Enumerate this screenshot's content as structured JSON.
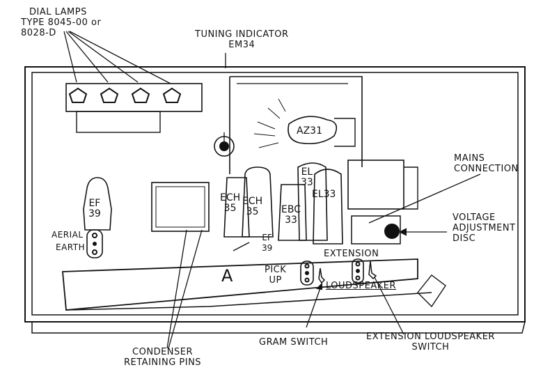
{
  "title": "Radio chassis component layout",
  "callouts": {
    "dial_lamps": [
      "DIAL LAMPS",
      "TYPE 8045-00 or",
      "8028-D"
    ],
    "tuning_indicator": [
      "TUNING INDICATOR",
      "EM34"
    ],
    "mains_connection": [
      "MAINS",
      "CONNECTION"
    ],
    "voltage_adjustment": [
      "VOLTAGE",
      "ADJUSTMENT",
      "DISC"
    ],
    "condenser_pins": [
      "CONDENSER",
      "RETAINING PINS"
    ],
    "gram_switch": "GRAM SWITCH",
    "ext_ls_switch": [
      "EXTENSION LOUDSPEAKER",
      "SWITCH"
    ]
  },
  "chassis_labels": {
    "aerial": "AERIAL",
    "earth": "EARTH",
    "pick_up": [
      "PICK",
      "UP"
    ],
    "extension": "EXTENSION",
    "loudspeaker": "LOUDSPEAKER",
    "marker_a": "A"
  },
  "valves": [
    {
      "id": "ef39-a",
      "lines": [
        "EF",
        "39"
      ]
    },
    {
      "id": "ech35-a",
      "lines": [
        "ECH",
        "35"
      ]
    },
    {
      "id": "ech35-b",
      "lines": [
        "ECH",
        "35"
      ]
    },
    {
      "id": "ef39-b",
      "lines": [
        "EF",
        "39"
      ]
    },
    {
      "id": "ebc33",
      "lines": [
        "EBC",
        "33"
      ]
    },
    {
      "id": "el33-a",
      "lines": [
        "EL",
        "33"
      ]
    },
    {
      "id": "el33-b",
      "lines": [
        "EL33"
      ]
    },
    {
      "id": "az31",
      "lines": [
        "AZ31"
      ]
    }
  ]
}
